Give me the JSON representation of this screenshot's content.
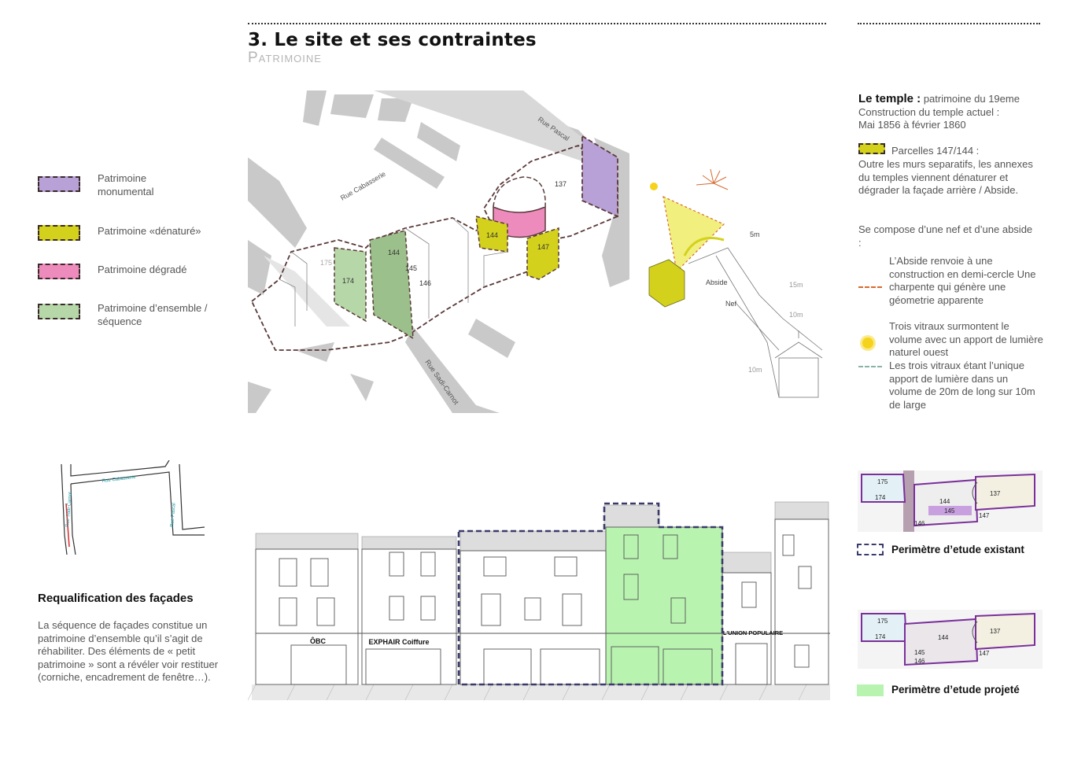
{
  "header": {
    "title": "3. Le site et ses contraintes",
    "subtitle": "Patrimoine"
  },
  "legend": [
    {
      "label": "Patrimoine monumental",
      "color": "#b7a1d6"
    },
    {
      "label": "Patrimoine «dénaturé»",
      "color": "#d3d11c"
    },
    {
      "label": "Patrimoine dégradé",
      "color": "#ee8bbd"
    },
    {
      "label": "Patrimoine d’ensemble / séquence",
      "color": "#b6d8a9"
    }
  ],
  "axo": {
    "streets": [
      "Rue Pascal",
      "Rue Cabasserie",
      "Rue Sadi-Carnot"
    ],
    "parcels": [
      "137",
      "144",
      "147",
      "175",
      "174",
      "144",
      "145",
      "146"
    ]
  },
  "temple_diagram": {
    "labels": [
      "5m",
      "Abside",
      "Nef",
      "15m",
      "10m",
      "10m"
    ]
  },
  "temple_text": {
    "heading": "Le temple :",
    "heading_rest": "patrimoine du 19eme",
    "line2": "Construction du temple actuel :",
    "line3": "Mai 1856 à février 1860",
    "parcel_label": "Parcelles 147/144 :",
    "parcel_text": "Outre les murs separatifs, les annexes du temples viennent dénaturer et dégrader la façade arrière / Abside.",
    "composition": "Se compose d’une nef et d’une abside :",
    "abside_text": "L’Abside renvoie à une construction en demi-cercle Une charpente qui génère une géometrie apparente",
    "vitraux_text": "Trois vitraux surmontent le volume avec un apport de lumière naturel ouest",
    "vitraux_text2": "Les trois vitraux étant l’unique apport de lumière dans un volume de 20m de long sur 10m de large"
  },
  "mini_plan": {
    "streets": [
      "Rue Cabasserie",
      "Rue Sadi-Carnot",
      "Rue Pascal"
    ]
  },
  "requalification": {
    "title": "Requalification des façades",
    "text": "La séquence de façades constitue un patrimoine d’ensemble qu’il s’agit de réhabiliter. Des éléments de « petit patrimoine » sont a révéler voir restituer (corniche, encadrement de fenêtre…)."
  },
  "elevation": {
    "shops": [
      "ÔBC",
      "EXPHAIR Coiffure",
      "L'UNION POPULAIRE"
    ]
  },
  "perimeters": {
    "existing": {
      "label": "Perimètre d’etude existant",
      "parcels": [
        "175",
        "174",
        "144",
        "145",
        "146",
        "147",
        "137"
      ]
    },
    "projected": {
      "label": "Perimètre d’etude projeté",
      "parcels": [
        "175",
        "174",
        "144",
        "145",
        "146",
        "147",
        "137"
      ]
    }
  }
}
